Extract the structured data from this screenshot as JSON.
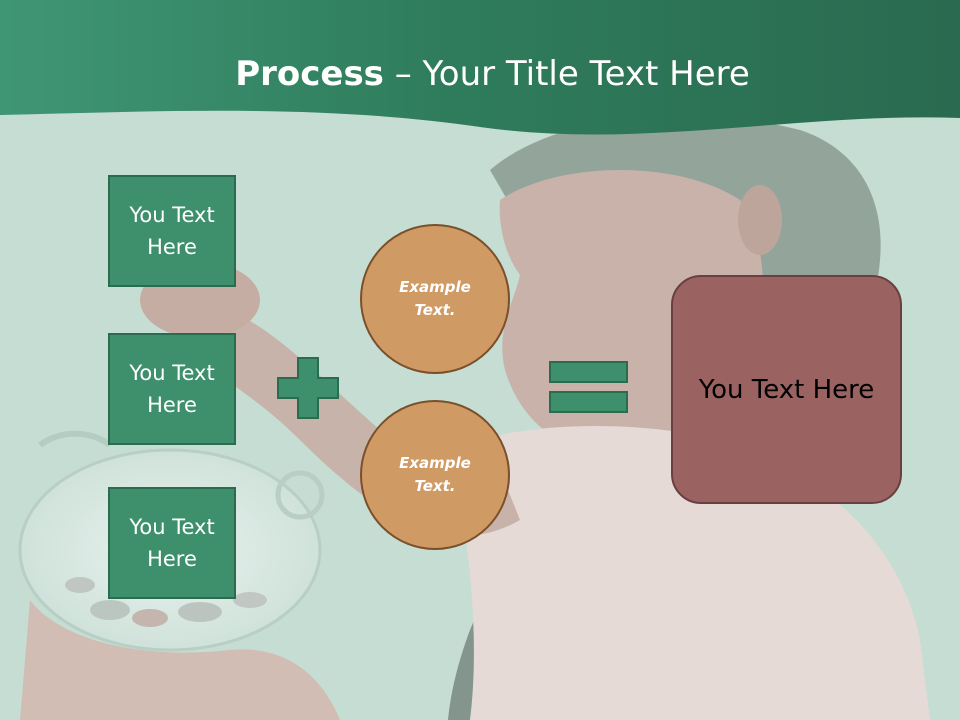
{
  "slide": {
    "title_strong": "Process",
    "title_rest": " – Your Title Text Here",
    "boxes": [
      "You Text Here",
      "You Text Here",
      "You Text Here"
    ],
    "circles": [
      "Example Text.",
      "Example Text."
    ],
    "result": "You Text Here"
  },
  "icons": [
    "plus-sign-icon",
    "equals-sign-icon"
  ],
  "colors": {
    "header_green": "#2e7a5b",
    "background_tint": "#c5ddd2",
    "box_green": "#3e8f6c",
    "circle_orange": "#d09a64",
    "result_maroon": "#9a6362"
  }
}
